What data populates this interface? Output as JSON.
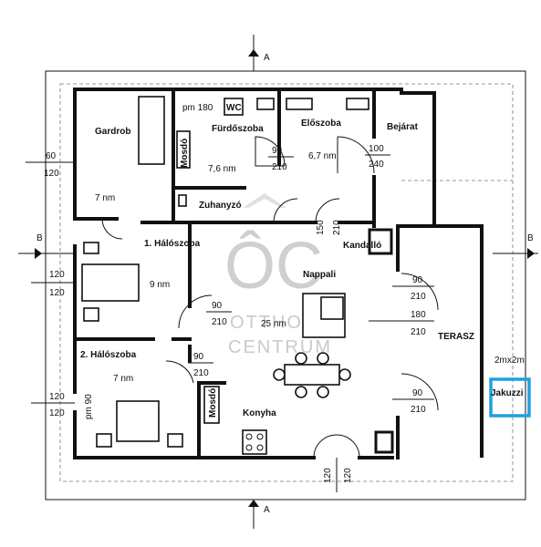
{
  "rooms": {
    "gardrob": "Gardrob",
    "furdoszoba": "Fürdőszoba",
    "eloszoba": "Előszoba",
    "bejarat": "Bejárat",
    "zuhanyzo": "Zuhanyzó",
    "haloszoba1": "1. Hálószoba",
    "kandallo": "Kandalló",
    "nappali": "Nappali",
    "terasz": "TERASZ",
    "haloszoba2": "2. Hálószoba",
    "konyha": "Konyha",
    "jakuzzi": "Jakuzzi",
    "wc": "WC",
    "mosdo1": "Mosdó",
    "mosdo2": "Mosdó"
  },
  "areas": {
    "gardrob": "7 nm",
    "furdoszoba": "7,6 nm",
    "eloszoba": "6,7 nm",
    "haloszoba1": "9 nm",
    "nappali": "25 nm",
    "haloszoba2": "7 nm"
  },
  "dimensions": {
    "pm180": "pm 180",
    "d90_bath": "90",
    "d210_bath": "210",
    "d100": "100",
    "d240": "240",
    "d60": "60",
    "d120_left1": "120",
    "d120_left2": "120",
    "d120_left3": "120",
    "d120_left4": "120",
    "d120_left5": "120",
    "d150": "150",
    "d210_v": "210",
    "d90_bed1": "90",
    "d210_bed1": "210",
    "d90_bed2": "90",
    "d210_bed2": "210",
    "d90_t1": "90",
    "d210_t1": "210",
    "d180": "180",
    "d210_t2": "210",
    "d90_t3": "90",
    "d210_t3": "210",
    "pm90": "pm 90",
    "d120_b1": "120",
    "d120_b2": "120",
    "jakuzzi_size": "2mx2m"
  },
  "section_marks": {
    "top": "A",
    "bottom": "A",
    "left": "B",
    "right": "B"
  },
  "watermark": {
    "logo": "ÔC",
    "line1": "OTTHON",
    "line2": "CENTRUM"
  },
  "colors": {
    "wall": "#111111",
    "jakuzzi": "#1ea0e0",
    "watermark": "#c8c8c8"
  }
}
